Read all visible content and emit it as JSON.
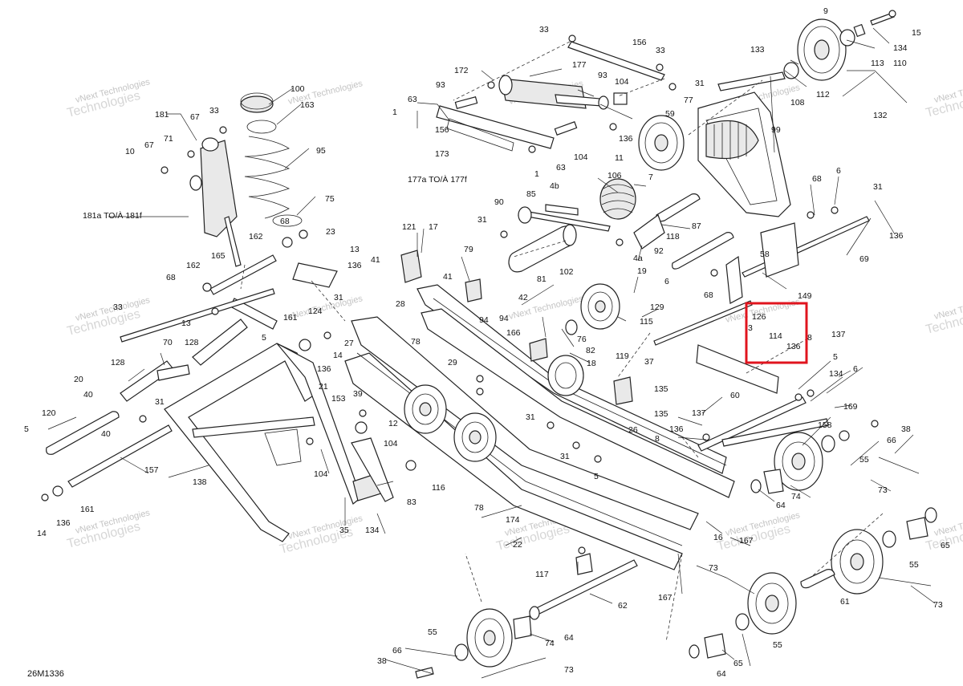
{
  "diagram": {
    "code": "26M1336",
    "watermark_line1": "vNext Technologies",
    "watermark_line2": "Technologies",
    "highlight_color": "#e0141e",
    "callouts": {
      "c33a": "33",
      "c156": "156",
      "c33b": "33",
      "c9": "9",
      "c15": "15",
      "c134a": "134",
      "c110": "110",
      "c133": "133",
      "c113": "113",
      "c112": "112",
      "c108": "108",
      "c132": "132",
      "c172": "172",
      "c177": "177",
      "c93a": "93",
      "c93b": "93",
      "c104a": "104",
      "c31a": "31",
      "c77": "77",
      "c63a": "63",
      "c1a": "1",
      "c156b": "156",
      "c173": "173",
      "c177af": "177a TO/À 177f",
      "c59": "59",
      "c136a": "136",
      "c11": "11",
      "c104b": "104",
      "c63b": "63",
      "c1b": "1",
      "c99": "99",
      "c100": "100",
      "c163": "163",
      "c181": "181",
      "c33c": "33",
      "c67a": "67",
      "c71": "71",
      "c67b": "67",
      "c10": "10",
      "c95": "95",
      "c75": "75",
      "c181af": "181a TO/À 181f",
      "c68a": "68",
      "c23": "23",
      "c162a": "162",
      "c13a": "13",
      "c136b": "136",
      "c165": "165",
      "c162b": "162",
      "c68b": "68",
      "c31b": "31",
      "c33d": "33",
      "c124": "124",
      "c13b": "13",
      "c161a": "161",
      "c7": "7",
      "c106": "106",
      "c4b": "4b",
      "c85": "85",
      "c90": "90",
      "c31c": "31",
      "c87": "87",
      "c118": "118",
      "c92": "92",
      "c4a": "4a",
      "c58": "58",
      "c68c": "68",
      "c6a": "6",
      "c31d": "31",
      "c136c": "136",
      "c69": "69",
      "c149": "149",
      "c102": "102",
      "c121": "121",
      "c17": "17",
      "c41a": "41",
      "c41b": "41",
      "c28": "28",
      "c79": "79",
      "c42": "42",
      "c81": "81",
      "c94a": "94",
      "c94b": "94",
      "c19": "19",
      "c6b": "6",
      "c68d": "68",
      "c115": "115",
      "c129": "129",
      "c126": "126",
      "c3": "3",
      "c114": "114",
      "c136d": "136",
      "c8a": "8",
      "c137a": "137",
      "c166": "166",
      "c82": "82",
      "c76": "76",
      "c18": "18",
      "c128a": "128",
      "c70": "70",
      "c128b": "128",
      "c5a": "5",
      "c20": "20",
      "c40a": "40",
      "c31e": "31",
      "c40b": "40",
      "c120": "120",
      "c5b": "5",
      "c14a": "14",
      "c136e": "136",
      "c27": "27",
      "c78a": "78",
      "c21": "21",
      "c153": "153",
      "c39": "39",
      "c12": "12",
      "c104c": "104",
      "c29": "29",
      "c119": "119",
      "c37": "37",
      "c135a": "135",
      "c135b": "135",
      "c26": "26",
      "c5c": "5",
      "c134b": "134",
      "c6c": "6",
      "c169": "169",
      "c60": "60",
      "c137b": "137",
      "c136f": "136",
      "c8b": "8",
      "c158": "158",
      "c38a": "38",
      "c66a": "66",
      "c55a": "55",
      "c73a": "73",
      "c64a": "64",
      "c74a": "74",
      "c138": "138",
      "c104d": "104",
      "c116": "116",
      "c83": "83",
      "c35": "35",
      "c134c": "134",
      "c157": "157",
      "c161b": "161",
      "c14b": "14",
      "c136g": "136",
      "c31f": "31",
      "c31g": "31",
      "c5d": "5",
      "c78b": "78",
      "c174": "174",
      "c22": "22",
      "c16": "16",
      "c167a": "167",
      "c117": "117",
      "c62": "62",
      "c167b": "167",
      "c65a": "65",
      "c55b": "55",
      "c73b": "73",
      "c61": "61",
      "c73c": "73",
      "c55c": "55",
      "c64b": "64",
      "c65b": "65",
      "c55d": "55",
      "c74b": "74",
      "c64c": "64",
      "c73d": "73",
      "c66b": "66",
      "c38b": "38"
    }
  }
}
